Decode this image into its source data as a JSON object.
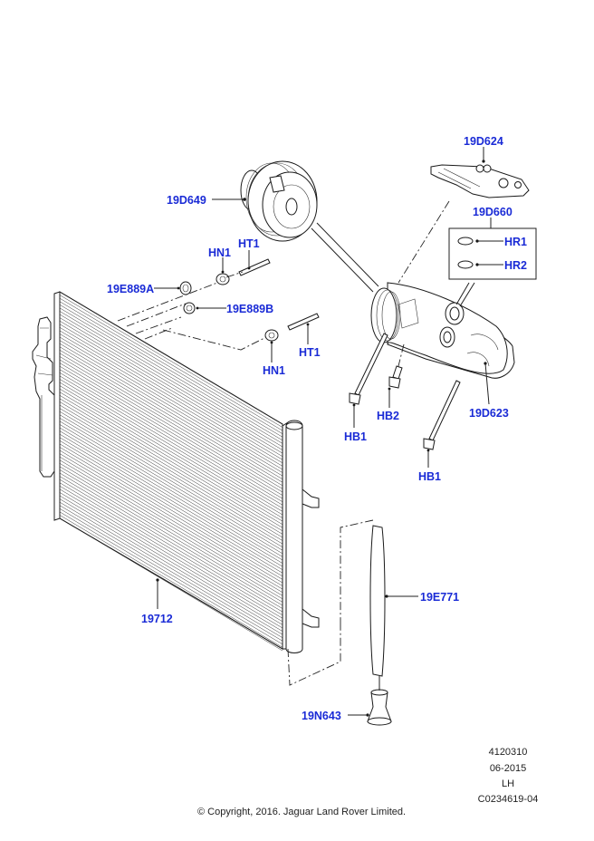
{
  "diagram": {
    "label_color": "#1a2bd6",
    "callouts": {
      "p19D624": "19D624",
      "p19D649": "19D649",
      "p19D660": "19D660",
      "pHR1": "HR1",
      "pHR2": "HR2",
      "pHN1_top": "HN1",
      "pHT1_top": "HT1",
      "p19E889A": "19E889A",
      "p19E889B": "19E889B",
      "pHN1_bottom": "HN1",
      "pHT1_bottom": "HT1",
      "pHB1_left": "HB1",
      "pHB2": "HB2",
      "p19D623": "19D623",
      "pHB1_right": "HB1",
      "p19712": "19712",
      "p19E771": "19E771",
      "p19N643": "19N643"
    }
  },
  "footer": {
    "illustration_number": "4120310",
    "date": "06-2015",
    "side": "LH",
    "reference": "C0234619-04",
    "copyright": "© Copyright, 2016. Jaguar Land Rover Limited."
  }
}
